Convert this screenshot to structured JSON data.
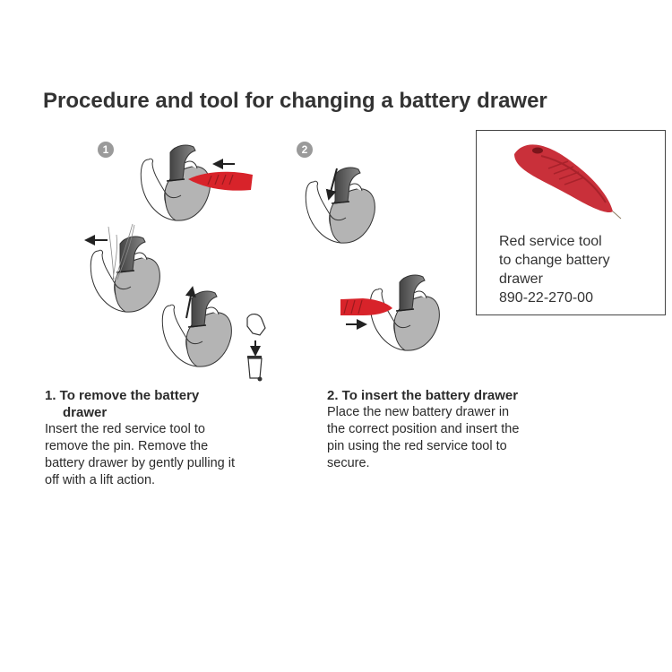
{
  "title": "Procedure and tool for changing a battery drawer",
  "steps": [
    {
      "number": "1",
      "heading_line1": "1. To remove the battery",
      "heading_line2": "drawer",
      "body": [
        "Insert the red service tool to",
        "remove the pin. Remove the",
        "battery drawer by gently pulling it",
        "off with a lift action."
      ]
    },
    {
      "number": "2",
      "heading_line1": "2. To insert the battery drawer",
      "body": [
        "Place the new battery drawer in",
        "the correct position and insert the",
        "pin using the red service tool to",
        "secure."
      ]
    }
  ],
  "tool_box": {
    "lines": [
      "Red service tool",
      "to change battery",
      "drawer",
      "890-22-270-00"
    ]
  },
  "colors": {
    "tool_red": "#d8232a",
    "body_gray": "#b4b4b4",
    "band_dark": "#5a5a5a",
    "badge": "#9a9a9a"
  }
}
